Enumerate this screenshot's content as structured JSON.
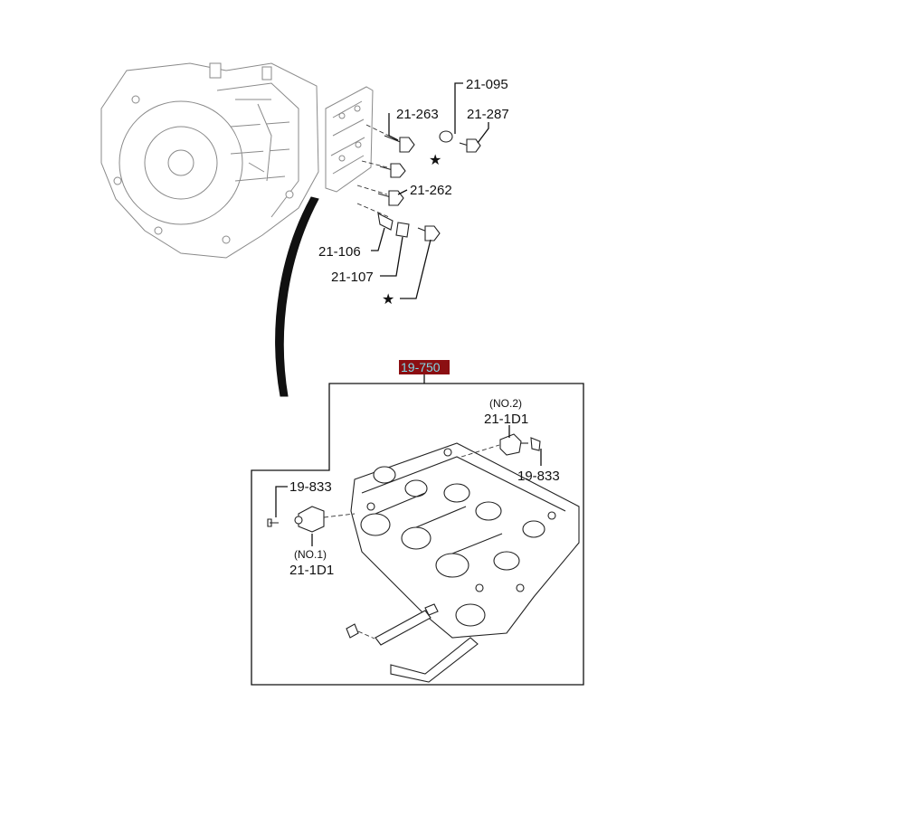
{
  "labels": {
    "p21_095": "21-095",
    "p21_263": "21-263",
    "p21_287": "21-287",
    "p21_262": "21-262",
    "p21_106": "21-106",
    "p21_107": "21-107",
    "p19_750": "19-750",
    "no2": "(NO.2)",
    "p21_1d1_top": "21-1D1",
    "p19_833_right": "19-833",
    "p19_833_left": "19-833",
    "no1": "(NO.1)",
    "p21_1d1_bottom": "21-1D1",
    "star_symbol": "★"
  },
  "colors": {
    "highlight_fill": "#8b0f12",
    "highlight_text": "#7fd8e6",
    "line": "#111111"
  }
}
